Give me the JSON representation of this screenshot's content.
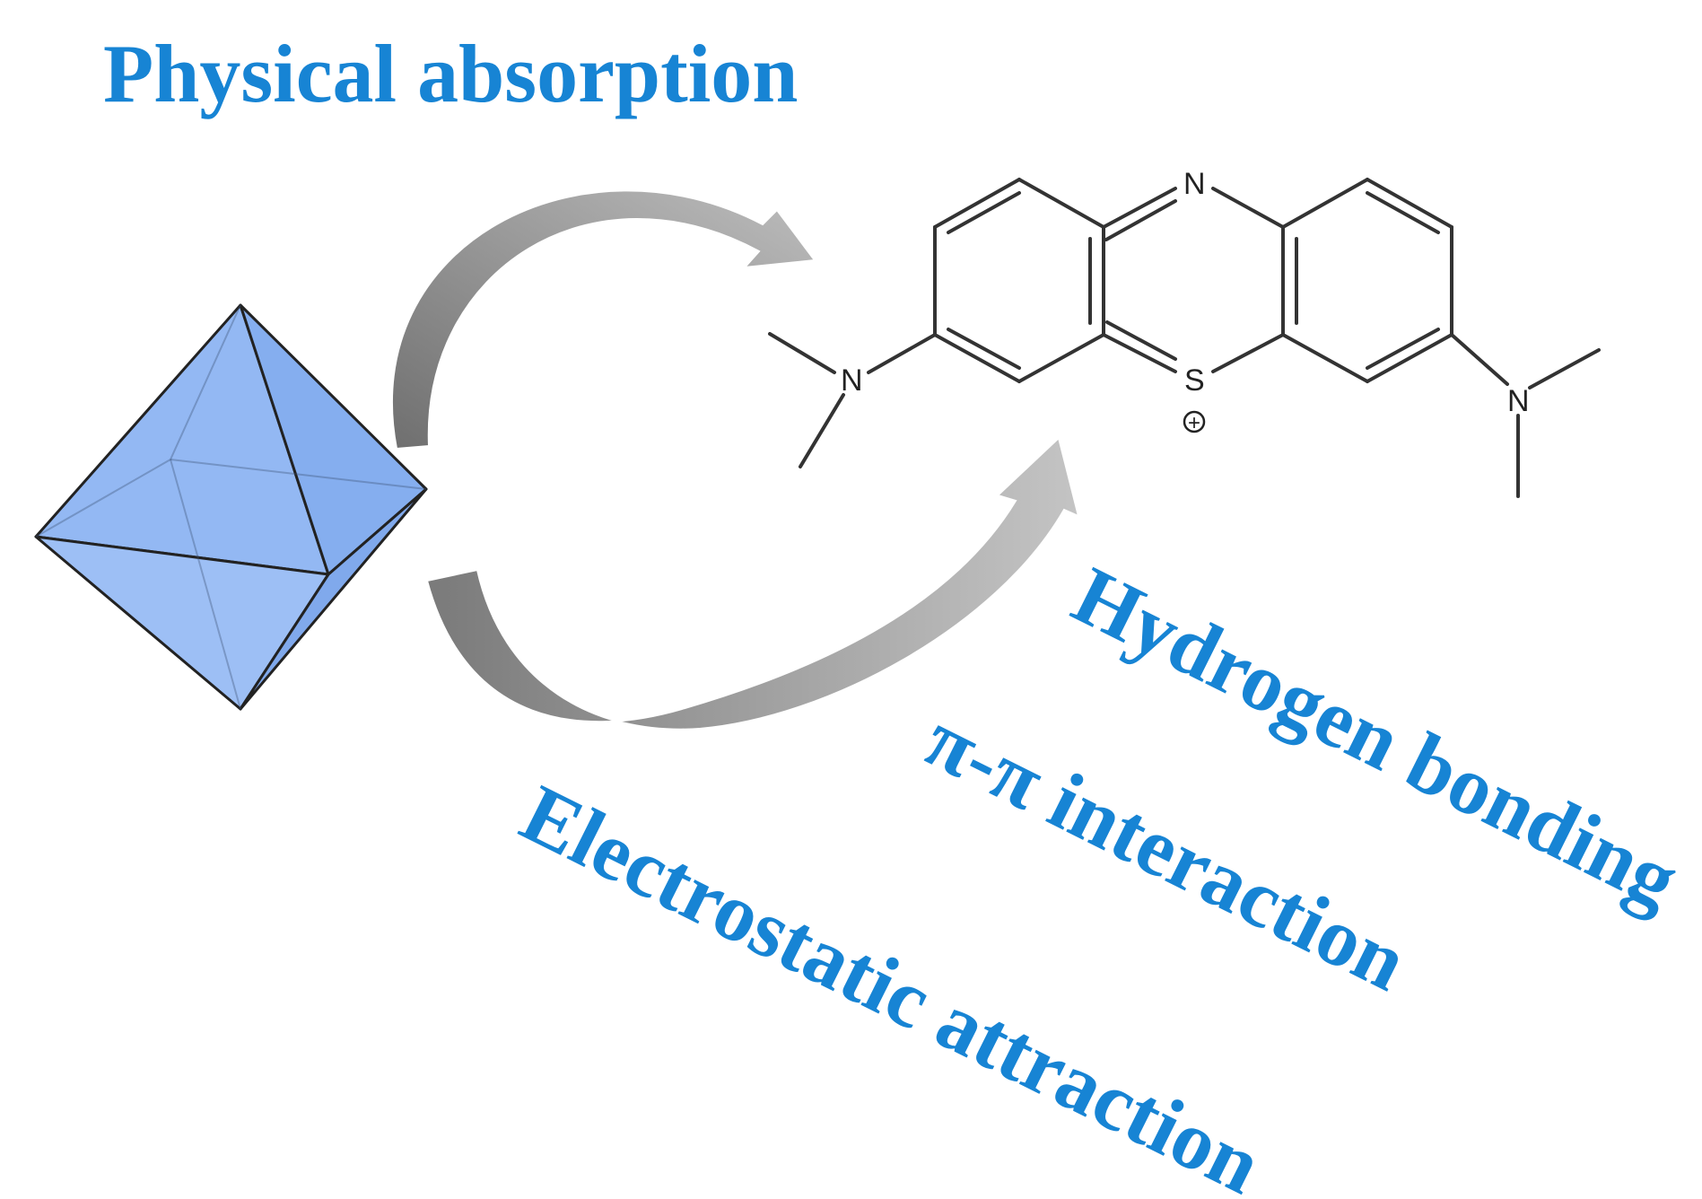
{
  "colors": {
    "label_text": "#1784d4",
    "octahedron_fill": "#93b8f3",
    "octahedron_edge": "#222222",
    "arrow_fill": "#8c8c8c",
    "bond": "#333333"
  },
  "labels": {
    "physical_absorption": "Physical absorption",
    "hydrogen_bonding": "Hydrogen bonding",
    "pi_pi_interaction": "π-π interaction",
    "electrostatic_attraction": "Electrostatic attraction"
  },
  "molecule": {
    "ring_nitrogen": "N",
    "sulfur": "S",
    "charge": "+",
    "left_amine_nitrogen": "N",
    "right_amine_nitrogen": "N"
  },
  "icons": [
    "octahedron-icon",
    "curved-arrow-icon",
    "curved-arrow-icon"
  ]
}
